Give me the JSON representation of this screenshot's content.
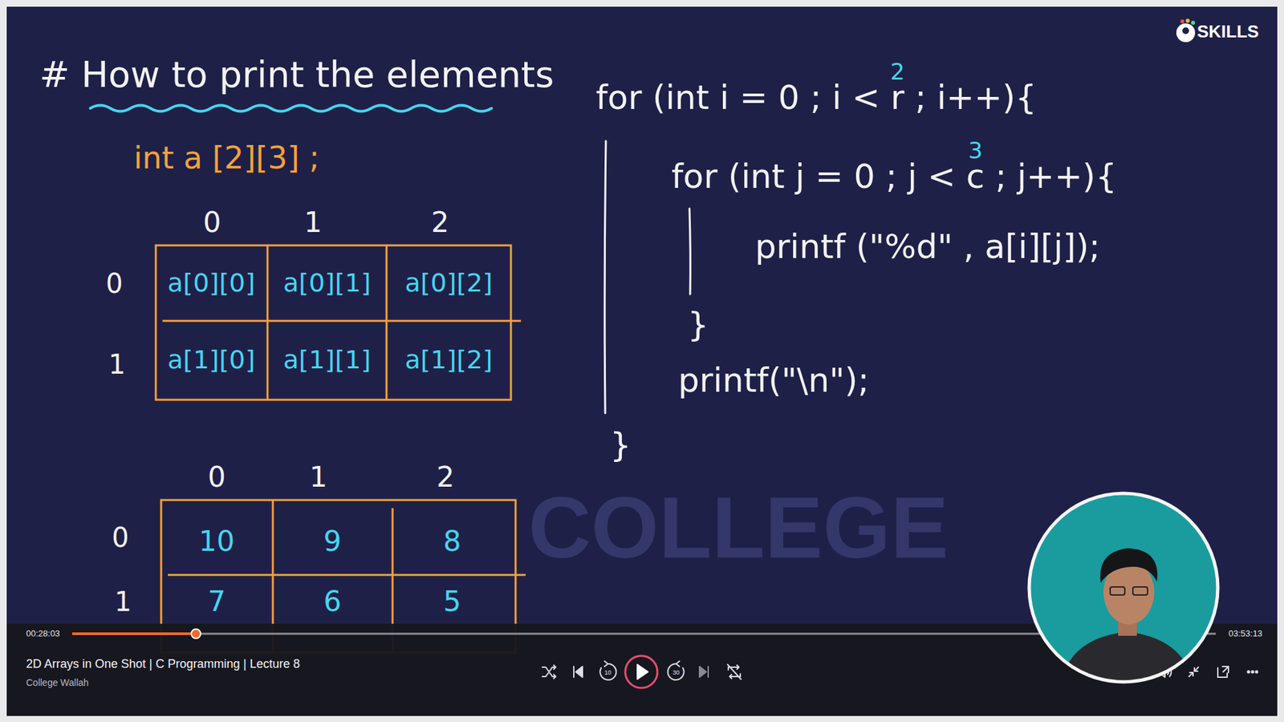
{
  "diagram": {
    "title": "# How to print the elements",
    "labels": [
      "int a [2][3] ;",
      "0",
      "1",
      "2",
      "0",
      "1",
      "a[0][0]",
      "a[0][1]",
      "a[0][2]",
      "a[1][0]",
      "a[1][1]",
      "a[1][2]",
      "0",
      "1",
      "2",
      "0",
      "1",
      "10",
      "9",
      "8",
      "7",
      "6",
      "5",
      "for (int i = 0 ; i < r ; i++){",
      "2",
      "for (int j = 0 ; j < c ; j++){",
      "3",
      "printf (\"%d\" , a[i][j]);",
      "}",
      "printf(\"\\n\");",
      "}",
      "COLLEGE",
      "SKILLS",
      "00:28:03",
      "03:53:13",
      "2D Arrays in One Shot | C Programming | Lecture 8",
      "College Wallah",
      "10",
      "30"
    ]
  }
}
